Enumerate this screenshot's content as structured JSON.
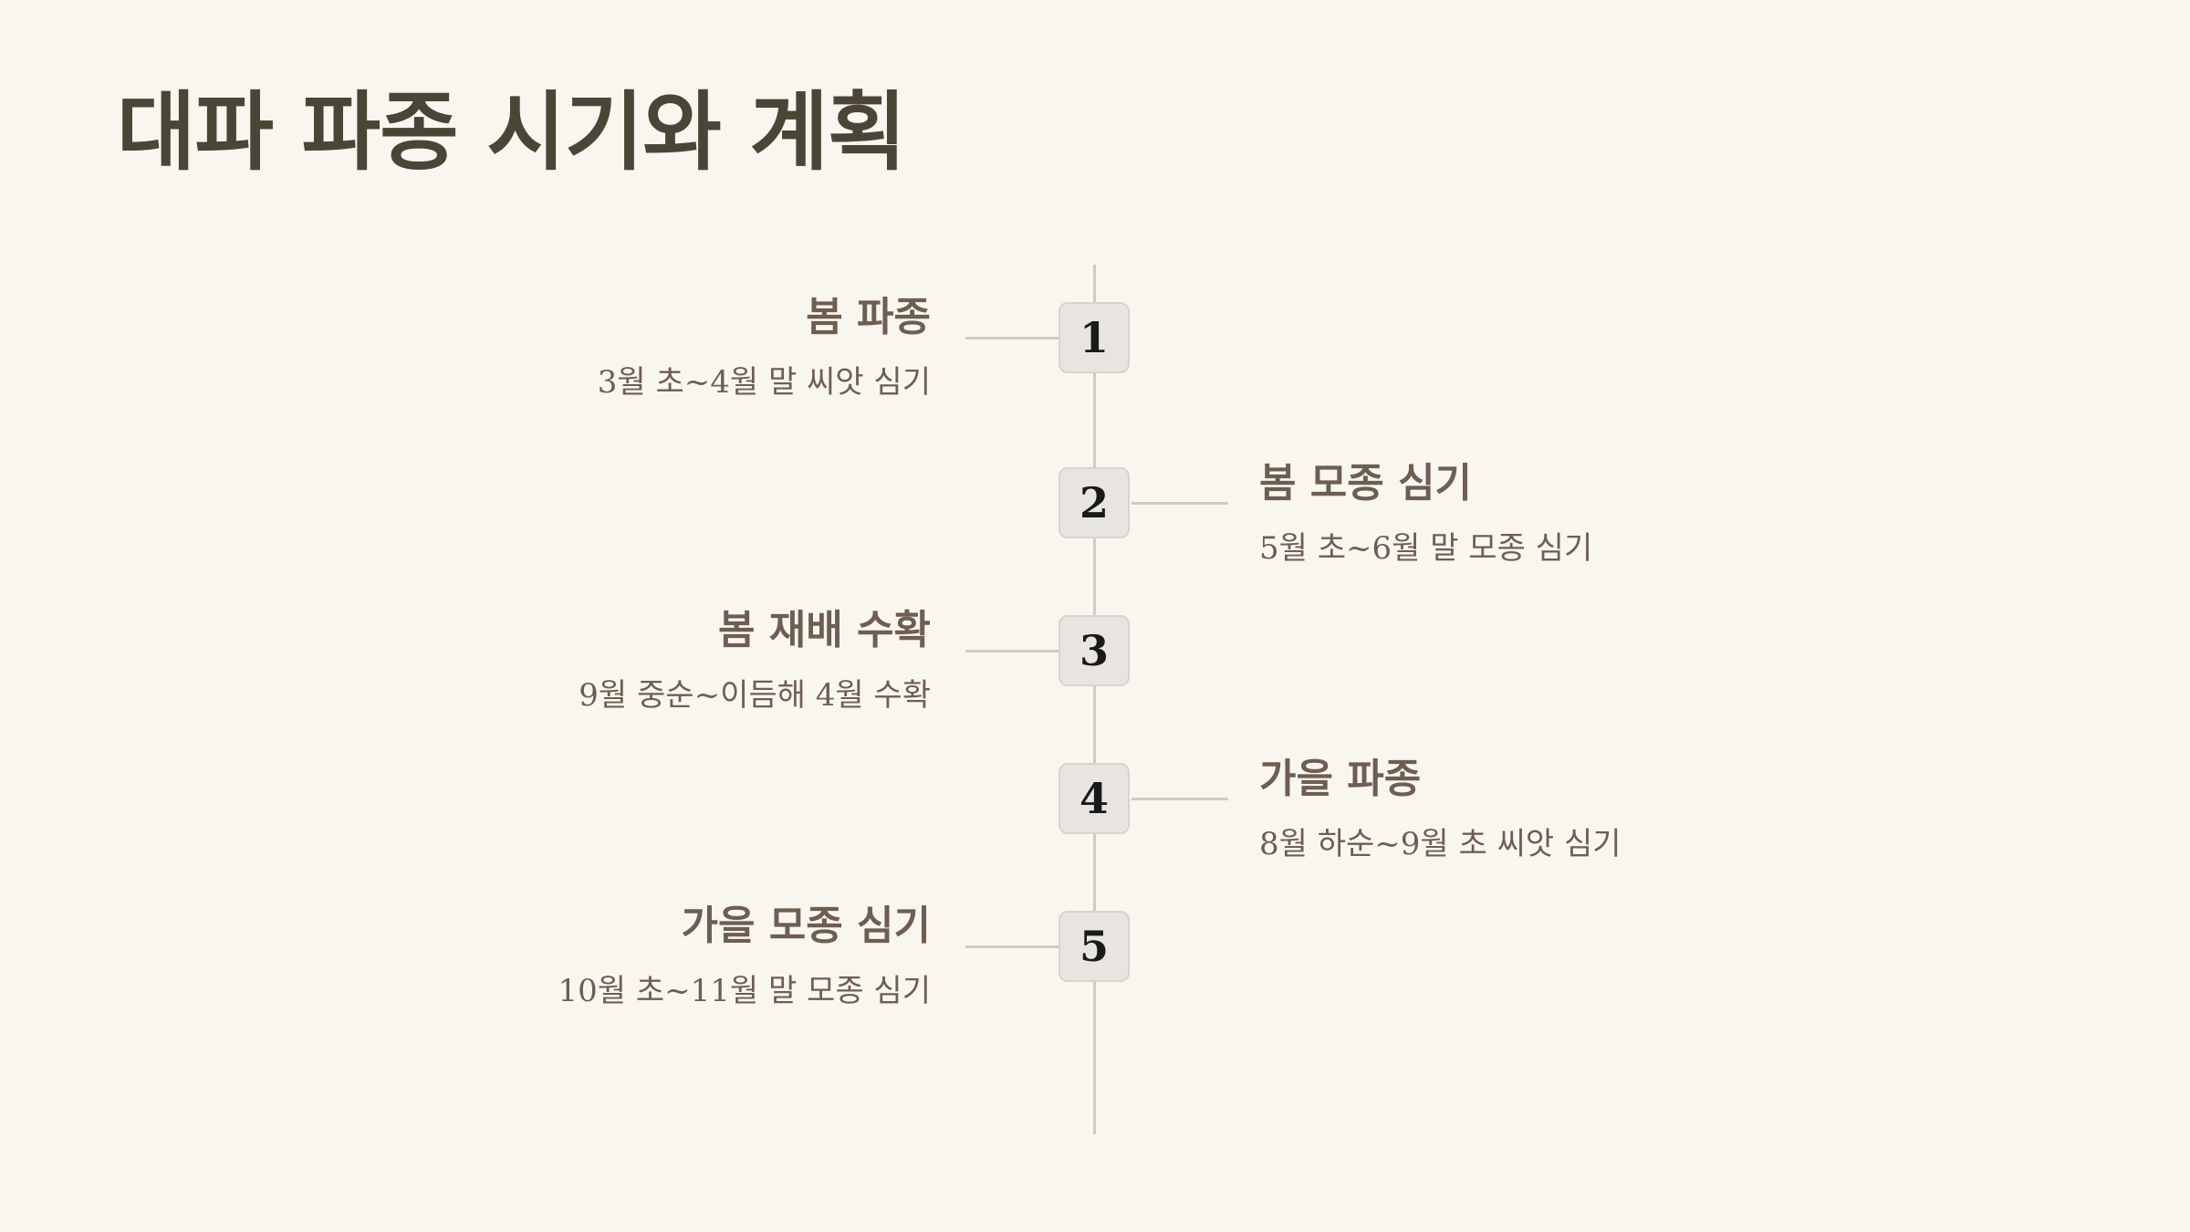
{
  "title": "대파 파종 시기와 계획",
  "timeline": {
    "steps": [
      {
        "number": "1",
        "title": "봄 파종",
        "description": "3월 초~4월 말 씨앗 심기",
        "side": "left"
      },
      {
        "number": "2",
        "title": "봄 모종 심기",
        "description": "5월 초~6월 말 모종 심기",
        "side": "right"
      },
      {
        "number": "3",
        "title": "봄 재배 수확",
        "description": "9월 중순~이듬해 4월 수확",
        "side": "left"
      },
      {
        "number": "4",
        "title": "가을 파종",
        "description": "8월 하순~9월 초 씨앗 심기",
        "side": "right"
      },
      {
        "number": "5",
        "title": "가을 모종 심기",
        "description": "10월 초~11월 말 모종 심기",
        "side": "left"
      }
    ]
  }
}
